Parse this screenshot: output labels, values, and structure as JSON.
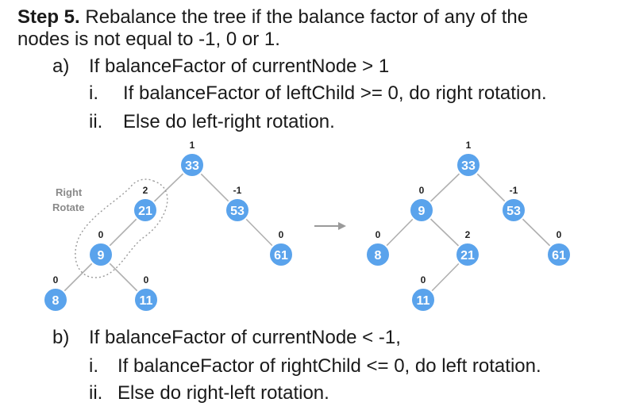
{
  "step": {
    "heading": "Step 5.",
    "line1": "Rebalance the tree if the balance factor of any of the",
    "line2": "nodes is not equal to -1, 0 or 1."
  },
  "case_a": {
    "marker": "a)",
    "text": "If balanceFactor of currentNode > 1",
    "items": [
      {
        "marker": "i.",
        "text": "If balanceFactor of leftChild >= 0, do right rotation."
      },
      {
        "marker": "ii.",
        "text": "Else do left-right rotation."
      }
    ]
  },
  "case_b": {
    "marker": "b)",
    "text": "If balanceFactor of currentNode < -1,",
    "items": [
      {
        "marker": "i.",
        "text": "If balanceFactor of rightChild <= 0, do left rotation."
      },
      {
        "marker": "ii.",
        "text": "Else do right-left rotation."
      }
    ]
  },
  "diagram": {
    "annotation": [
      "Right",
      "Rotate"
    ],
    "colors": {
      "node_fill": "#5aa3ec",
      "node_stroke": "#ffffff",
      "edge": "#b0b0b0",
      "arrow": "#9a9a9a",
      "highlight": "#9a9a9a"
    },
    "before": {
      "nodes": [
        {
          "id": "n33",
          "value": "33",
          "bf": "1"
        },
        {
          "id": "n21",
          "value": "21",
          "bf": "2"
        },
        {
          "id": "n53",
          "value": "53",
          "bf": "-1"
        },
        {
          "id": "n9",
          "value": "9",
          "bf": "0"
        },
        {
          "id": "n61",
          "value": "61",
          "bf": "0"
        },
        {
          "id": "n8",
          "value": "8",
          "bf": "0"
        },
        {
          "id": "n11",
          "value": "11",
          "bf": "0"
        }
      ],
      "edges": [
        [
          "n33",
          "n21"
        ],
        [
          "n33",
          "n53"
        ],
        [
          "n21",
          "n9"
        ],
        [
          "n53",
          "n61"
        ],
        [
          "n9",
          "n8"
        ],
        [
          "n9",
          "n11"
        ]
      ]
    },
    "after": {
      "nodes": [
        {
          "id": "m33",
          "value": "33",
          "bf": "1"
        },
        {
          "id": "m9",
          "value": "9",
          "bf": "0"
        },
        {
          "id": "m53",
          "value": "53",
          "bf": "-1"
        },
        {
          "id": "m8",
          "value": "8",
          "bf": "0"
        },
        {
          "id": "m21",
          "value": "21",
          "bf": "2"
        },
        {
          "id": "m61",
          "value": "61",
          "bf": "0"
        },
        {
          "id": "m11",
          "value": "11",
          "bf": "0"
        }
      ],
      "edges": [
        [
          "m33",
          "m9"
        ],
        [
          "m33",
          "m53"
        ],
        [
          "m9",
          "m8"
        ],
        [
          "m9",
          "m21"
        ],
        [
          "m53",
          "m61"
        ],
        [
          "m21",
          "m11"
        ]
      ]
    }
  }
}
